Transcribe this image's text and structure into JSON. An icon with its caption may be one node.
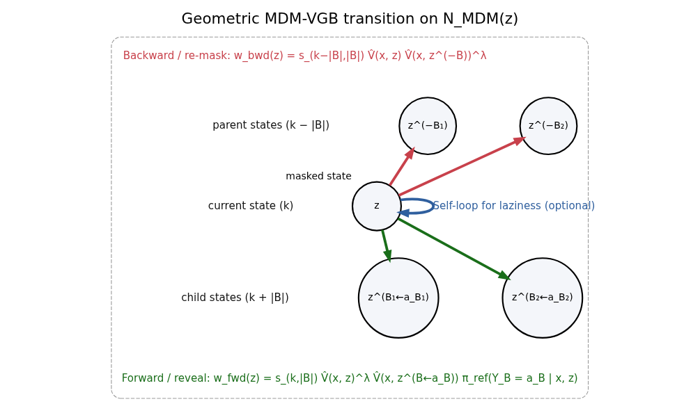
{
  "diagram": {
    "title": "Geometric MDM-VGB transition on N_MDM(z)",
    "nodes": [
      {
        "text": [],
        "shape": "box"
      },
      {
        "text": [
          "z^(−B₁)"
        ],
        "in": 0
      },
      {
        "text": [
          "z^(−B₂)"
        ],
        "in": 0
      },
      {
        "text": [
          "z"
        ],
        "in": 0,
        "beside": [
          "masked state"
        ]
      },
      {
        "text": [
          "z^(B₁←a_B₁)"
        ],
        "in": 0
      },
      {
        "text": [
          "z^(B₂←a_B₂)"
        ],
        "in": 0
      }
    ],
    "edges": [
      {
        "from": 3,
        "to": 1,
        "arrow": "to",
        "color": "#c8414b"
      },
      {
        "from": 3,
        "to": 2,
        "arrow": "to",
        "color": "#c8414b"
      },
      {
        "from": 3,
        "to": 4,
        "arrow": "to",
        "color": "#1a6e1a"
      },
      {
        "from": 3,
        "to": 5,
        "arrow": "to",
        "color": "#1a6e1a"
      },
      {
        "from": 3,
        "to": 3,
        "arrow": "to",
        "color": "#2f5f9e",
        "label": "Self-loop for laziness (optional)"
      }
    ],
    "labels": [
      "Backward / re-mask: w_bwd(z) = s_(k−|B|,|B|) V̂(x, z) V̂(x, z^(−B))^λ",
      "parent states (k − |B|)",
      "current state (k)",
      "child states (k + |B|)",
      "Forward / reveal: w_fwd(z) = s_(k,|B|) V̂(x, z)^λ V̂(x, z^(B←a_B)) π_ref(Y_B = a_B | x, z)"
    ]
  }
}
